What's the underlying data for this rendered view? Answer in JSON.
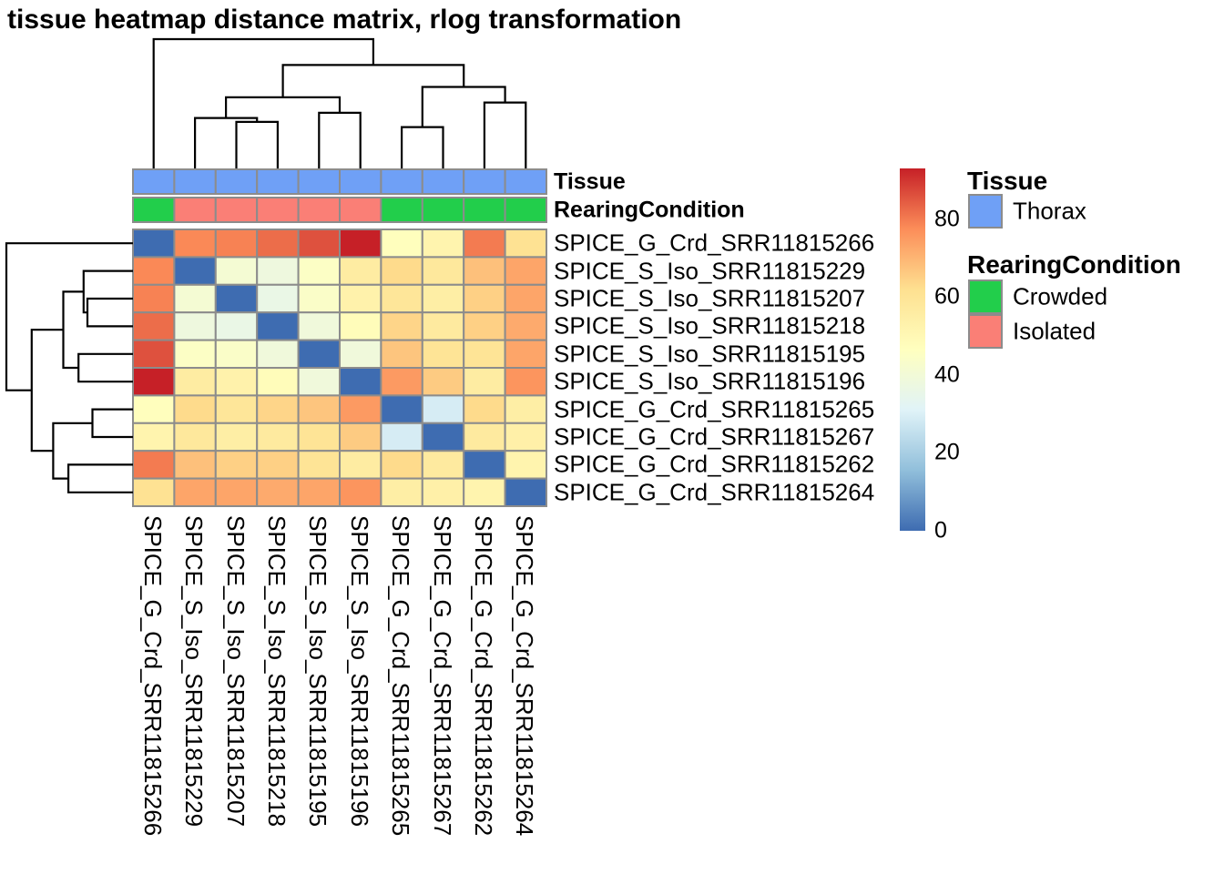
{
  "title": "tissue heatmap distance matrix, rlog transformation",
  "annotation_rows": [
    {
      "label": "Tissue"
    },
    {
      "label": "RearingCondition"
    }
  ],
  "legend": {
    "groups": [
      {
        "title": "Tissue",
        "items": [
          {
            "label": "Thorax",
            "color": "#6FA0F6"
          }
        ]
      },
      {
        "title": "RearingCondition",
        "items": [
          {
            "label": "Crowded",
            "color": "#22CE4B"
          },
          {
            "label": "Isolated",
            "color": "#FA7F76"
          }
        ]
      }
    ],
    "colorbar_ticks": [
      0,
      20,
      40,
      60,
      80
    ]
  },
  "chart_data": {
    "type": "heatmap",
    "title": "tissue heatmap distance matrix, rlog transformation",
    "samples": [
      "SPICE_G_Crd_SRR11815266",
      "SPICE_S_Iso_SRR11815229",
      "SPICE_S_Iso_SRR11815207",
      "SPICE_S_Iso_SRR11815218",
      "SPICE_S_Iso_SRR11815195",
      "SPICE_S_Iso_SRR11815196",
      "SPICE_G_Crd_SRR11815265",
      "SPICE_G_Crd_SRR11815267",
      "SPICE_G_Crd_SRR11815262",
      "SPICE_G_Crd_SRR11815264"
    ],
    "matrix": [
      [
        0,
        78,
        79,
        82,
        86,
        93,
        47,
        52,
        80,
        61
      ],
      [
        78,
        0,
        41,
        38,
        45,
        56,
        63,
        58,
        68,
        73
      ],
      [
        79,
        41,
        0,
        36,
        44,
        53,
        59,
        55,
        65,
        73
      ],
      [
        82,
        38,
        36,
        0,
        39,
        48,
        64,
        57,
        65,
        72
      ],
      [
        86,
        45,
        44,
        39,
        0,
        39,
        67,
        60,
        60,
        73
      ],
      [
        93,
        56,
        53,
        48,
        39,
        0,
        75,
        66,
        56,
        76
      ],
      [
        47,
        63,
        59,
        64,
        67,
        75,
        0,
        29,
        63,
        55
      ],
      [
        52,
        58,
        55,
        57,
        60,
        66,
        29,
        0,
        57,
        54
      ],
      [
        80,
        68,
        65,
        65,
        60,
        56,
        63,
        57,
        0,
        52
      ],
      [
        61,
        73,
        73,
        72,
        73,
        76,
        55,
        54,
        52,
        0
      ]
    ],
    "scale": {
      "min": 0,
      "max": 93,
      "ticks": [
        0,
        20,
        40,
        60,
        80
      ]
    },
    "palette_low_to_high": [
      "#3E6CB1",
      "#91BFDB",
      "#E0F3F8",
      "#FFFFBF",
      "#FEE090",
      "#FC8D59",
      "#C62027"
    ],
    "grid_color": "#8C8C8C",
    "col_annotations": {
      "Tissue": [
        "Thorax",
        "Thorax",
        "Thorax",
        "Thorax",
        "Thorax",
        "Thorax",
        "Thorax",
        "Thorax",
        "Thorax",
        "Thorax"
      ],
      "RearingCondition": [
        "Crowded",
        "Isolated",
        "Isolated",
        "Isolated",
        "Isolated",
        "Isolated",
        "Crowded",
        "Crowded",
        "Crowded",
        "Crowded"
      ]
    },
    "annotation_colors": {
      "Thorax": "#6FA0F6",
      "Crowded": "#22CE4B",
      "Isolated": "#FA7F76"
    },
    "dendrogram_tree": {
      "h": 1.0,
      "c": [
        0,
        {
          "h": 0.8,
          "c": [
            {
              "h": 0.55,
              "c": [
                {
                  "h": 0.39,
                  "c": [
                    1,
                    {
                      "h": 0.36,
                      "c": [
                        2,
                        3
                      ]
                    }
                  ]
                },
                {
                  "h": 0.43,
                  "c": [
                    4,
                    5
                  ]
                }
              ]
            },
            {
              "h": 0.63,
              "c": [
                {
                  "h": 0.32,
                  "c": [
                    6,
                    7
                  ]
                },
                {
                  "h": 0.51,
                  "c": [
                    8,
                    9
                  ]
                }
              ]
            }
          ]
        }
      ]
    }
  }
}
